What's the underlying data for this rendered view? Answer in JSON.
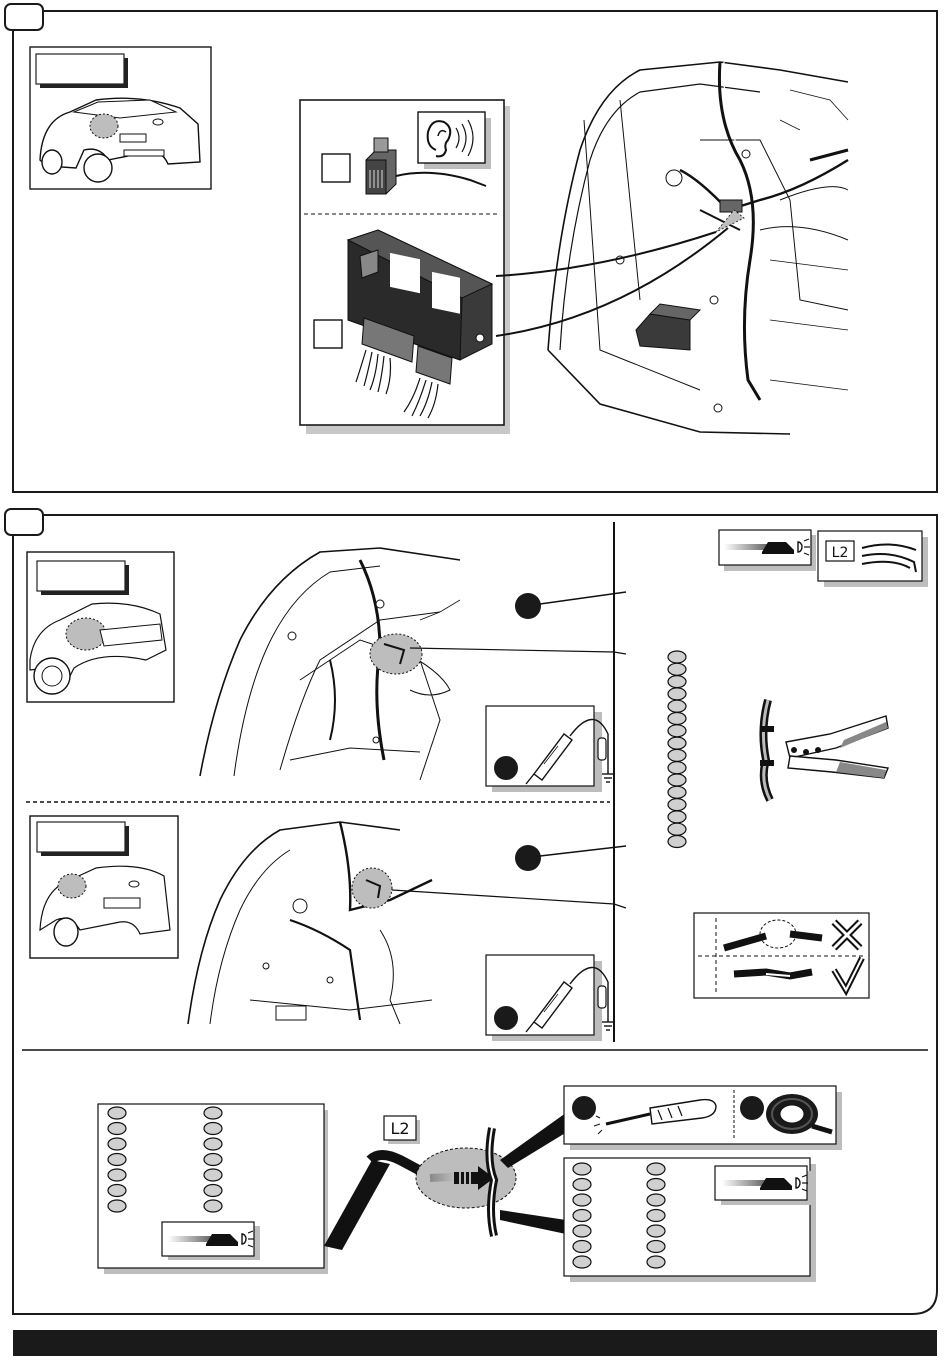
{
  "sections": {
    "step1": {
      "number": ""
    },
    "step2": {
      "number": ""
    }
  },
  "labels": {
    "connector_l2_top": "L2",
    "connector_l2_bottom": "L2"
  },
  "panels": {
    "step2_list_right": {
      "circle_count": 16
    },
    "bottom_list_left": {
      "columns": 2,
      "rows": 7
    },
    "bottom_list_right": {
      "columns": 2,
      "rows": 7
    }
  },
  "icons": {
    "ear": "ear-icon",
    "car_lights": "car-headlight-icon",
    "wires": "wire-bundle-icon",
    "test_lamp": "test-lamp-icon",
    "crimp_tool": "crimping-pliers-icon",
    "screwdriver": "screwdriver-icon",
    "tape": "insulating-tape-icon",
    "cross": "cross-mark-icon",
    "check": "check-mark-icon"
  },
  "colors": {
    "frame": "#1a1a1a",
    "highlight": "#bdbdbd",
    "module_body": "#3a3a3a",
    "oval_fill": "#d0d0d0",
    "footer": "#1a1a1a"
  }
}
